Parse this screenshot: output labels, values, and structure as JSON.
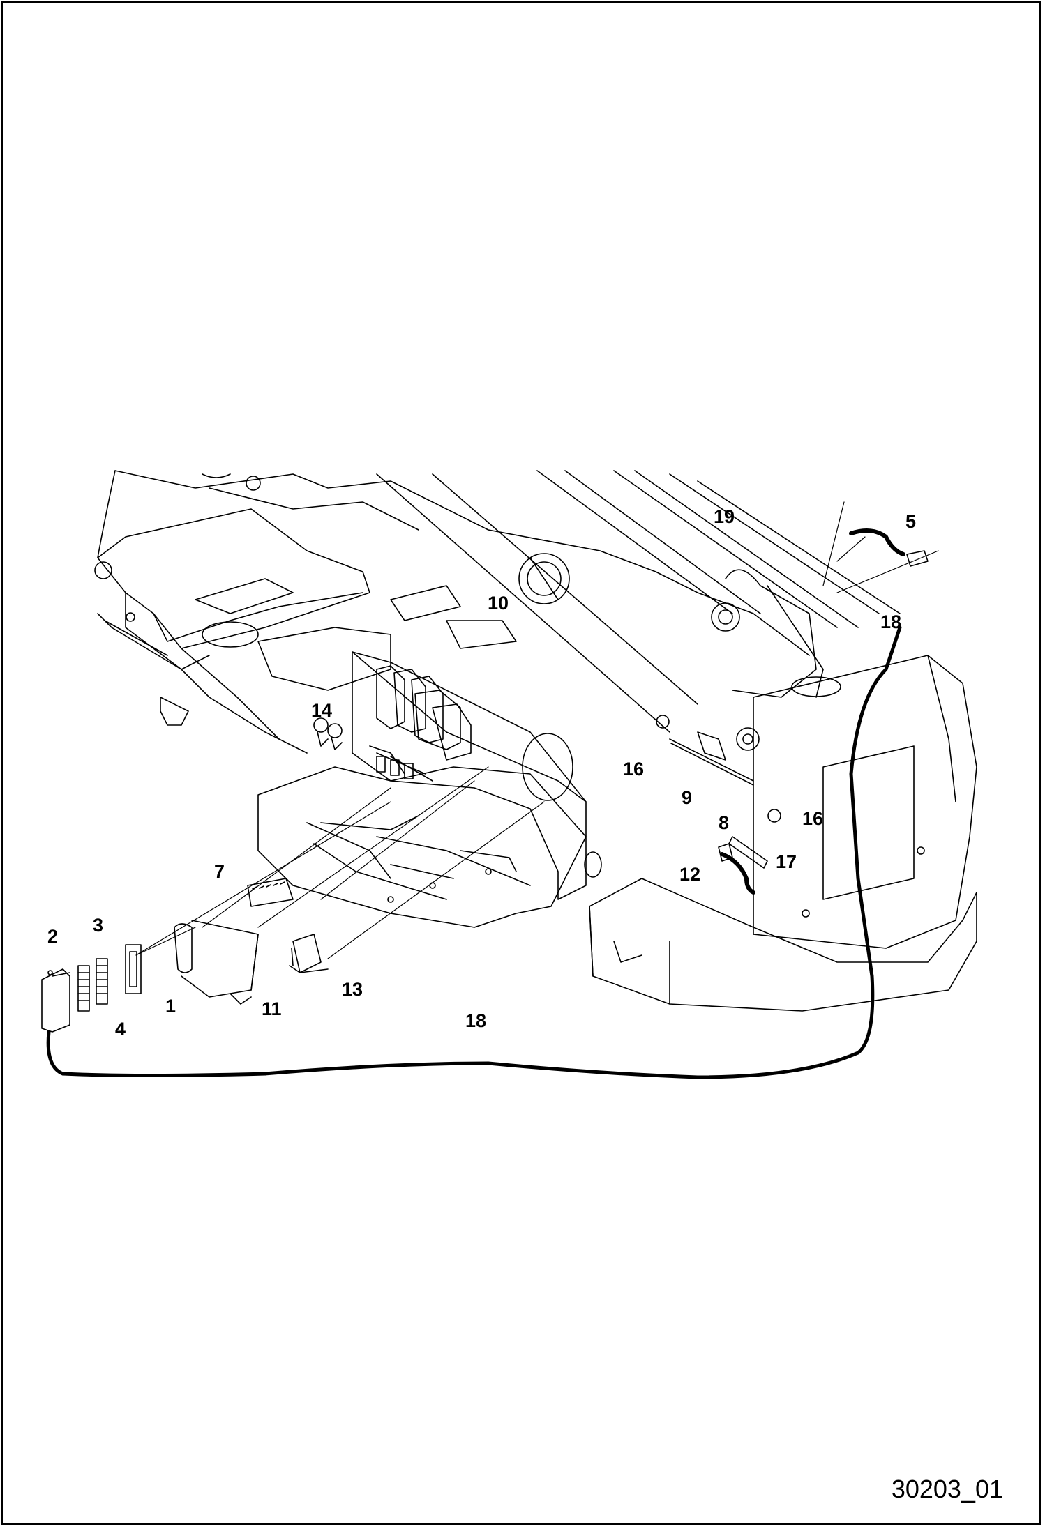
{
  "diagram": {
    "figure_id": "30203_01",
    "callouts": [
      {
        "id": "c1",
        "label": "1"
      },
      {
        "id": "c2",
        "label": "2"
      },
      {
        "id": "c3",
        "label": "3"
      },
      {
        "id": "c4",
        "label": "4"
      },
      {
        "id": "c5",
        "label": "5"
      },
      {
        "id": "c7",
        "label": "7"
      },
      {
        "id": "c8",
        "label": "8"
      },
      {
        "id": "c9",
        "label": "9"
      },
      {
        "id": "c10",
        "label": "10"
      },
      {
        "id": "c11",
        "label": "11"
      },
      {
        "id": "c12",
        "label": "12"
      },
      {
        "id": "c13",
        "label": "13"
      },
      {
        "id": "c14",
        "label": "14"
      },
      {
        "id": "c16a",
        "label": "16"
      },
      {
        "id": "c16b",
        "label": "16"
      },
      {
        "id": "c17",
        "label": "17"
      },
      {
        "id": "c18a",
        "label": "18"
      },
      {
        "id": "c18b",
        "label": "18"
      },
      {
        "id": "c19",
        "label": "19"
      }
    ]
  }
}
